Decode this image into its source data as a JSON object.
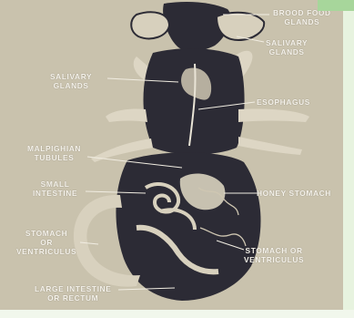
{
  "labels": {
    "brood_food_glands": "BROOD FOOD\nGLANDS",
    "salivary_glands_right": "SALIVARY\nGLANDS",
    "salivary_glands_left": "SALIVARY\nGLANDS",
    "esophagus": "ESOPHAGUS",
    "malpighian_tubules": "MALPIGHIAN\nTUBULES",
    "small_intestine": "SMALL\nINTESTINE",
    "honey_stomach": "HONEY STOMACH",
    "stomach_left": "STOMACH\nOR\nVENTRICULUS",
    "stomach_right": "STOMACH OR\nVENTRICULUS",
    "large_intestine": "LARGE INTESTINE\nOR RECTUM"
  },
  "colors": {
    "background": "#c9c2ad",
    "organ_dark": "#2c2b35",
    "organ_light": "#ddd6c4",
    "label_text": "#f5f2ea"
  }
}
